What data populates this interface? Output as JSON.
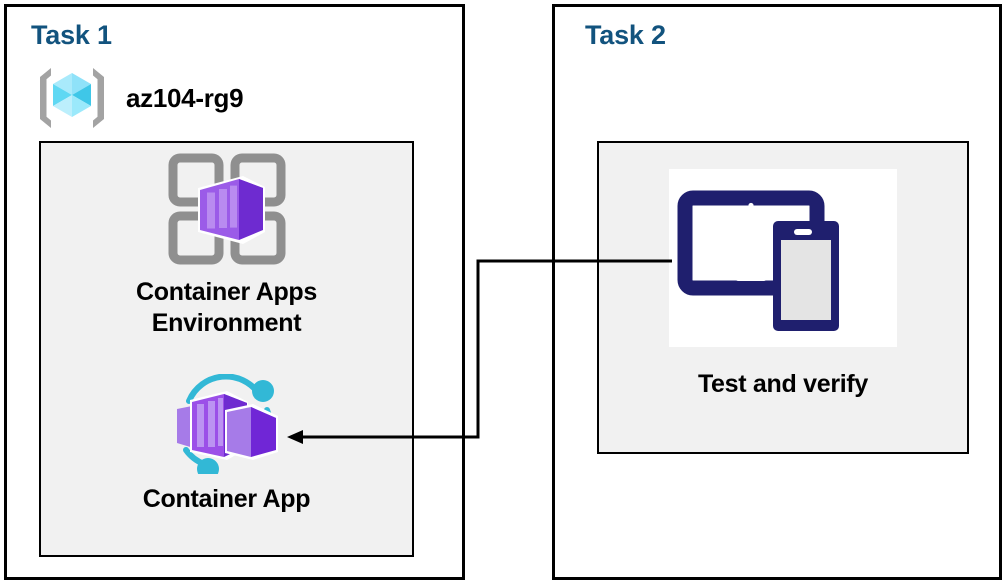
{
  "diagram": {
    "title": "Azure Container Apps lab diagram",
    "background": "#FFFFFF",
    "colors": {
      "task_heading": "#12537E",
      "panel_border": "#000000",
      "grey_box_fill": "#F1F1F1",
      "connector": "#000000",
      "resource_group_cube_light": "#9BE7FB",
      "resource_group_cube_mid": "#4DD8F5",
      "resource_group_cube_dark": "#35C5E6",
      "resource_group_bracket": "#A3A3A3",
      "container_purple_light": "#A67BE8",
      "container_purple_mid": "#9B54E8",
      "container_purple_dark": "#6E2BD0",
      "container_app_arc": "#32B8D6",
      "environment_frame_grey": "#8F8F8F",
      "device_navy": "#1F1F6E",
      "device_screen_grey": "#E4E4E4"
    }
  },
  "task1": {
    "title": "Task 1",
    "resource_group": {
      "label": "az104-rg9",
      "icon": "resource-group-icon"
    },
    "environment": {
      "label_line1": "Container Apps",
      "label_line2": "Environment",
      "icon": "container-apps-environment-icon"
    },
    "container_app": {
      "label": "Container App",
      "icon": "container-app-icon"
    }
  },
  "task2": {
    "title": "Task 2",
    "test": {
      "label": "Test and verify",
      "icon": "devices-tablet-phone-icon"
    }
  },
  "connector": {
    "name": "test-to-container-app-arrow",
    "direction": "right-to-left",
    "from": "Test and verify",
    "to": "Container App",
    "arrowhead": "left"
  }
}
